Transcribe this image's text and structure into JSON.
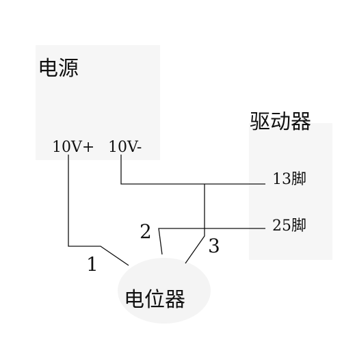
{
  "diagram": {
    "power_supply": {
      "title": "电源",
      "pos_terminal": "10V+",
      "neg_terminal": "10V-"
    },
    "driver": {
      "title": "驱动器",
      "pin_13": "13脚",
      "pin_25": "25脚"
    },
    "potentiometer": {
      "title": "电位器",
      "pin_1": "1",
      "pin_2": "2",
      "pin_3": "3"
    },
    "colors": {
      "line": "#111111",
      "box": "#f6f6f6",
      "pot": "#f4f4f4"
    }
  }
}
